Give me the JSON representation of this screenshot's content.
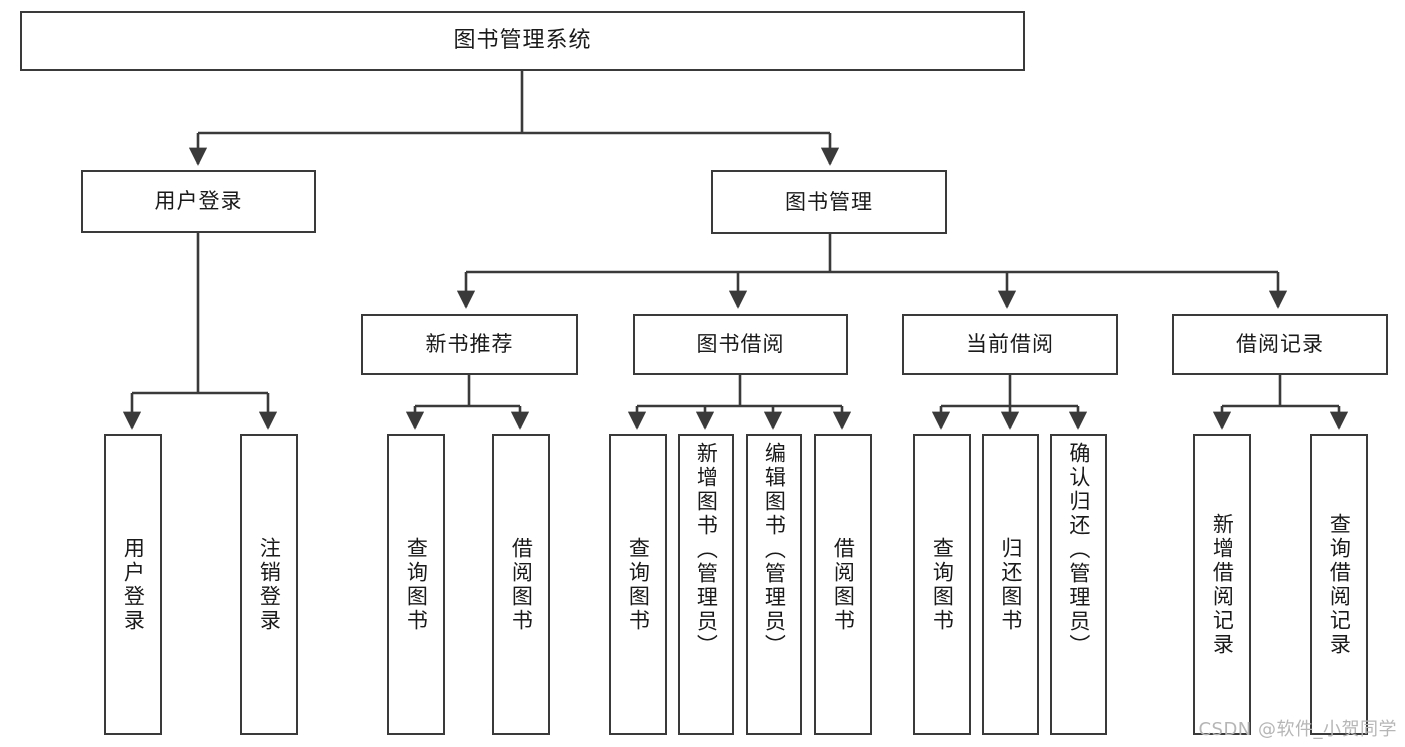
{
  "diagram": {
    "title": "图书管理系统",
    "watermark": "CSDN @软件_小贺同学",
    "line_color": "#3a3a3a",
    "text_color": "#1a1a1a",
    "background": "#ffffff",
    "root": {
      "label": "图书管理系统"
    },
    "level2": [
      {
        "label": "用户登录"
      },
      {
        "label": "图书管理"
      }
    ],
    "level3": [
      {
        "label": "新书推荐"
      },
      {
        "label": "图书借阅"
      },
      {
        "label": "当前借阅"
      },
      {
        "label": "借阅记录"
      }
    ],
    "leaves": [
      {
        "label": "用户登录"
      },
      {
        "label": "注销登录"
      },
      {
        "label": "查询图书"
      },
      {
        "label": "借阅图书"
      },
      {
        "label": "查询图书"
      },
      {
        "label": "新增图书（管理员）"
      },
      {
        "label": "编辑图书（管理员）"
      },
      {
        "label": "借阅图书"
      },
      {
        "label": "查询图书"
      },
      {
        "label": "归还图书"
      },
      {
        "label": "确认归还（管理员）"
      },
      {
        "label": "新增借阅记录"
      },
      {
        "label": "查询借阅记录"
      }
    ]
  }
}
